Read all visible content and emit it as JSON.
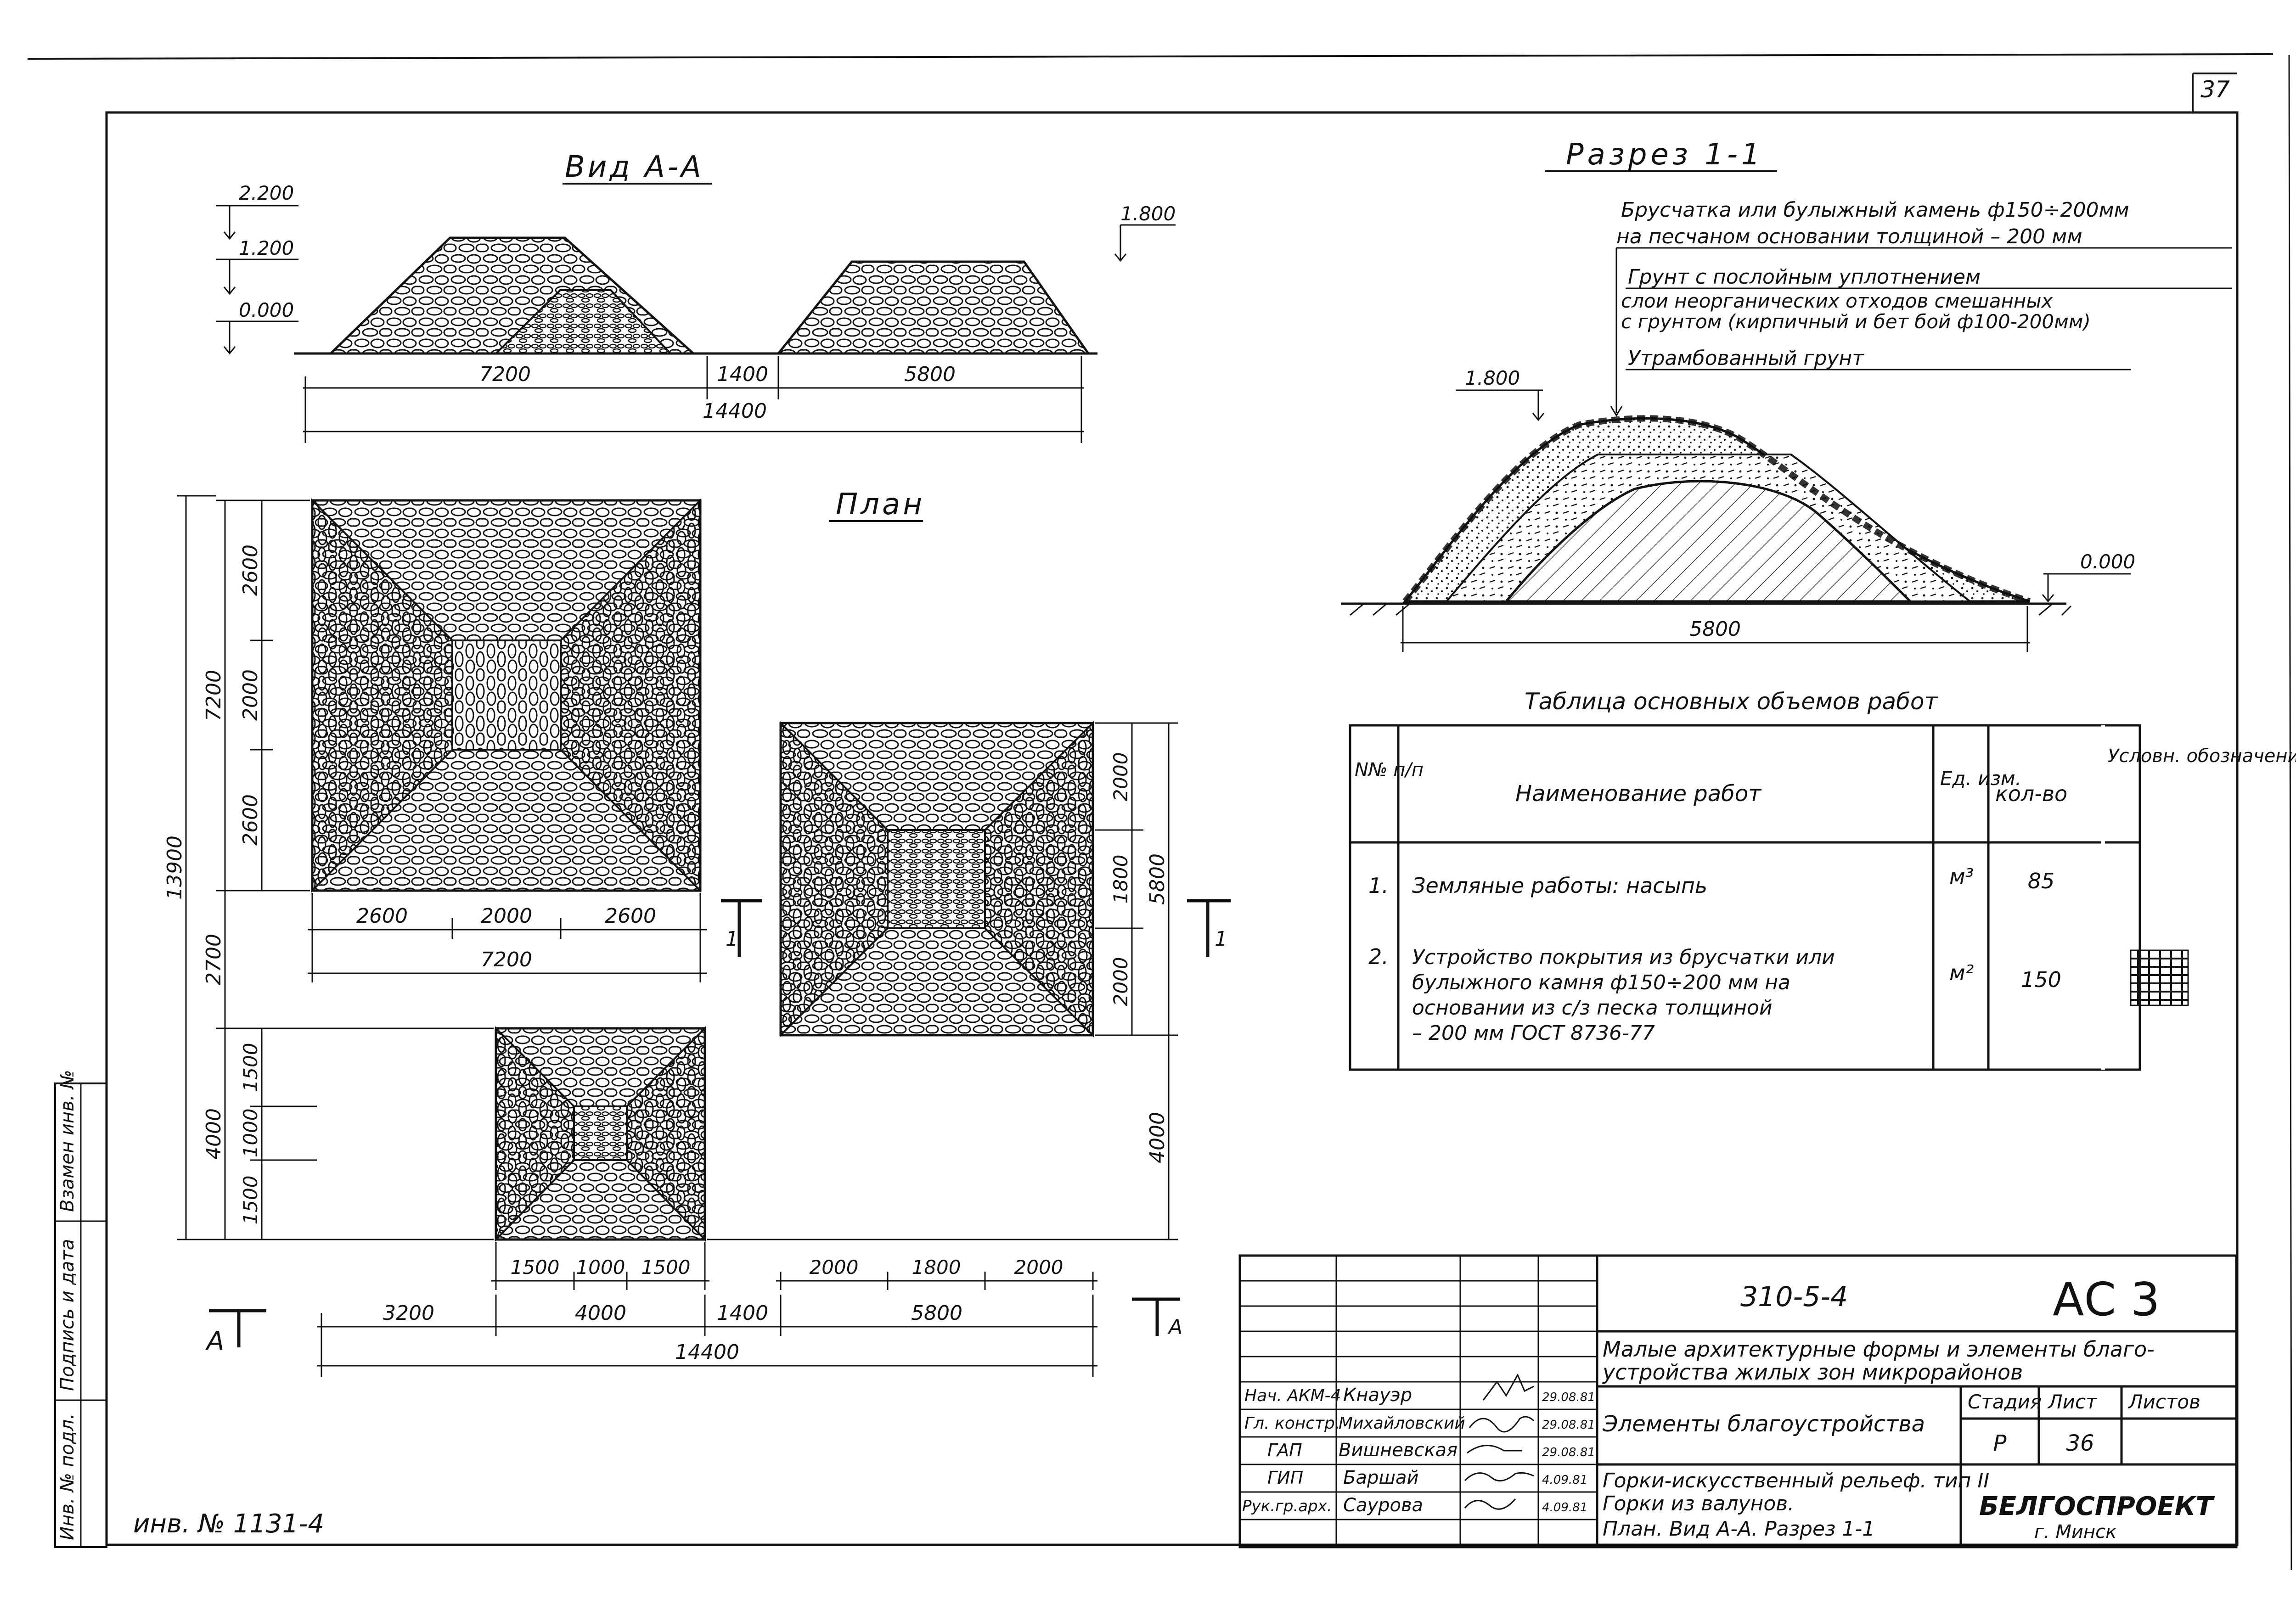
{
  "sheet": {
    "page_number": "37",
    "inventory_no": "инв. № 1131-4"
  },
  "left_strip": [
    "Взамен инв. №",
    "Подпись и дата",
    "Инв. № подл."
  ],
  "view_aa": {
    "title": "Вид А-А",
    "levels": [
      "2.200",
      "1.200",
      "0.000",
      "1.800"
    ],
    "dims": [
      "7200",
      "1400",
      "5800",
      "14400"
    ]
  },
  "section_11": {
    "title": "Разрез 1-1",
    "layers": [
      "Брусчатка или булыжный камень ф150÷200мм",
      "на песчаном основании толщиной – 200 мм",
      "Грунт с послойным уплотнением",
      "слои неорганических отходов смешанных",
      "с грунтом (кирпичный и бет бой ф100-200мм)",
      "Утрамбованный грунт"
    ],
    "levels": [
      "1.800",
      "0.000"
    ],
    "width_dim": "5800"
  },
  "plan": {
    "title": "План",
    "dims_big": [
      "2600",
      "2000",
      "2600",
      "7200"
    ],
    "dims_big_vert": [
      "2600",
      "2000",
      "2600",
      "7200"
    ],
    "dims_mid_vert": [
      "2000",
      "1800",
      "2000",
      "5800"
    ],
    "dims_small_vert": [
      "1500",
      "1000",
      "1500",
      "4000"
    ],
    "dims_left": [
      "13900",
      "2700",
      "4000"
    ],
    "dims_right": [
      "4000"
    ],
    "dims_bottom_small": [
      "1500",
      "1000",
      "1500"
    ],
    "dims_bottom_mid": [
      "2000",
      "1800",
      "2000"
    ],
    "dims_bottom_row": [
      "3200",
      "4000",
      "1400",
      "5800"
    ],
    "dims_bottom_total": "14400",
    "cut_marks": [
      "1",
      "1",
      "А",
      "А"
    ]
  },
  "volumes_table": {
    "title": "Таблица основных объемов работ",
    "headers": [
      "N№ п/п",
      "Наименование работ",
      "Ед. изм.",
      "кол-во",
      "Условн. обозначения"
    ],
    "rows": [
      {
        "n": "1.",
        "name": [
          "Земляные работы: насыпь"
        ],
        "unit": "м³",
        "qty": "85"
      },
      {
        "n": "2.",
        "name": [
          "Устройство покрытия из брусчатки или",
          "булыжного камня ф150÷200 мм на",
          "основании из с/з песка толщиной",
          "– 200 мм ГОСТ 8736-77"
        ],
        "unit": "м²",
        "qty": "150"
      }
    ]
  },
  "title_block": {
    "code": "310-5-4",
    "sheet_mark": "АС 3",
    "project": [
      "Малые архитектурные формы и элементы благо-",
      "устройства жилых зон микрорайонов"
    ],
    "section": "Элементы благоустройства",
    "stage_h": "Стадия",
    "sheet_h": "Лист",
    "sheets_h": "Листов",
    "stage": "Р",
    "sheet": "36",
    "drawing": [
      "Горки-искусственный рельеф. тип II",
      "Горки из валунов.",
      "План. Вид А-А. Разрез 1-1"
    ],
    "org": "БЕЛГОСПРОЕКТ",
    "city": "г. Минск",
    "people": [
      {
        "role": "Нач. АКМ-4",
        "name": "Кнауэр",
        "date": "29.08.81"
      },
      {
        "role": "Гл. констр.",
        "name": "Михайловский",
        "date": "29.08.81"
      },
      {
        "role": "ГАП",
        "name": "Вишневская",
        "date": "29.08.81"
      },
      {
        "role": "ГИП",
        "name": "Баршай",
        "date": "4.09.81"
      },
      {
        "role": "Рук.гр.арх.",
        "name": "Саурова",
        "date": "4.09.81"
      }
    ]
  }
}
